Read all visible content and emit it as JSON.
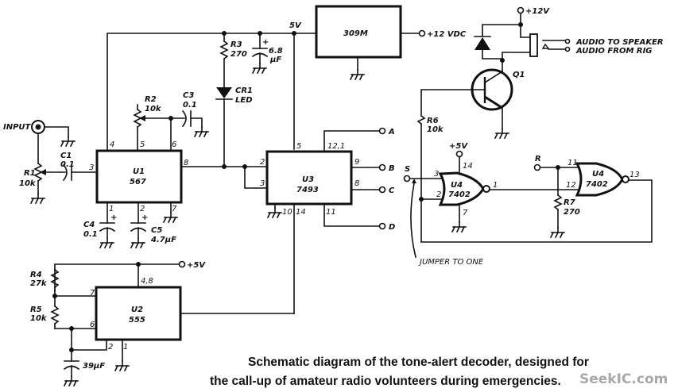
{
  "caption": {
    "line1": "Schematic diagram of the tone-alert decoder, designed for",
    "line2": "the call-up of amateur radio volunteers during emergencies."
  },
  "watermark": "SeekIC.com",
  "rails": {
    "v5_node": "5V",
    "v12_vdc": "+12 VDC",
    "v12": "+12V",
    "v5_u2": "+5V",
    "v5_u4": "+5V"
  },
  "input_label": "INPUT",
  "ics": [
    {
      "ref": "U1",
      "part": "567",
      "pins": {
        "p3": "3",
        "p4": "4",
        "p5": "5",
        "p6": "6",
        "p8": "8",
        "p1": "1",
        "p2": "2",
        "p7": "7"
      }
    },
    {
      "ref": "U2",
      "part": "555",
      "pins": {
        "p48": "4,8",
        "p7": "7",
        "p6": "6",
        "p2": "2",
        "p1": "1"
      }
    },
    {
      "ref": "U3",
      "part": "7493",
      "pins": {
        "p5": "5",
        "p121": "12,1",
        "p2": "2",
        "p3": "3",
        "p9": "9",
        "p8": "8",
        "p10": "10",
        "p14": "14",
        "p11": "11"
      }
    },
    {
      "ref": "309M",
      "part": ""
    }
  ],
  "gates": [
    {
      "ref": "U4",
      "part": "7402",
      "pins": {
        "in_a": "3",
        "in_b": "2",
        "out": "1",
        "vcc": "14",
        "gnd": "7"
      }
    },
    {
      "ref": "U4",
      "part": "7402",
      "pins": {
        "in_a": "11",
        "in_b": "12",
        "out": "13"
      }
    }
  ],
  "components": {
    "R1": {
      "ref": "R1",
      "value": "10k"
    },
    "R2": {
      "ref": "R2",
      "value": "10k"
    },
    "R3": {
      "ref": "R3",
      "value": "270"
    },
    "R4": {
      "ref": "R4",
      "value": "27k"
    },
    "R5": {
      "ref": "R5",
      "value": "10k"
    },
    "R6": {
      "ref": "R6",
      "value": "10k"
    },
    "R7": {
      "ref": "R7",
      "value": "270"
    },
    "C1": {
      "ref": "C1",
      "value": "0.1"
    },
    "C3": {
      "ref": "C3",
      "value": "0.1"
    },
    "C4": {
      "ref": "C4",
      "value": "0.1"
    },
    "C5": {
      "ref": "C5",
      "value": "4.7µF"
    },
    "C_bulk": {
      "value_a": "6.8",
      "value_b": "µF"
    },
    "C_timing": {
      "value": "39µF"
    },
    "CR1": {
      "ref": "CR1",
      "type": "LED"
    },
    "Q1": {
      "ref": "Q1"
    }
  },
  "outputs": [
    "A",
    "B",
    "C",
    "D"
  ],
  "terminals": {
    "S": "S",
    "R": "R"
  },
  "audio": {
    "to_speaker": "AUDIO TO SPEAKER",
    "from_rig": "AUDIO FROM RIG"
  },
  "notes": {
    "jumper": "JUMPER TO ONE"
  },
  "plus_sign": "+"
}
